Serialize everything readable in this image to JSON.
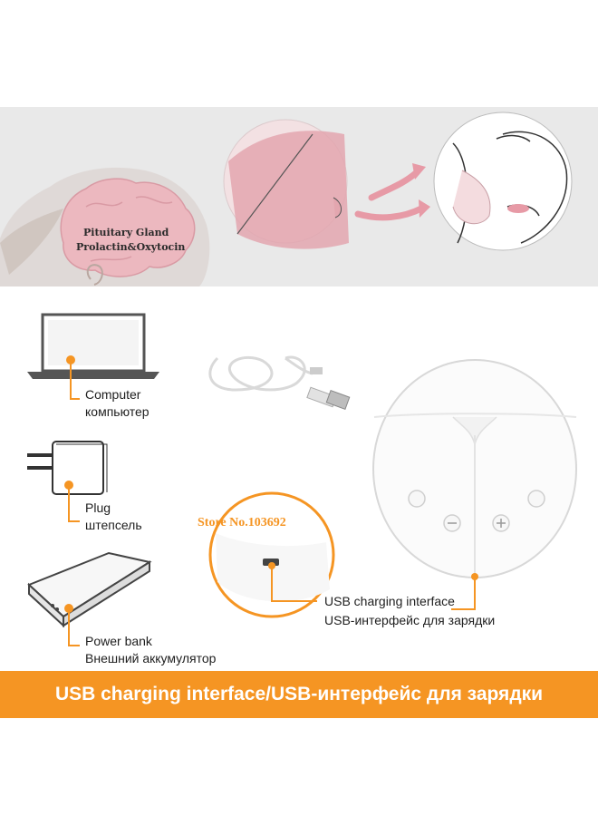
{
  "diagram": {
    "brain_label_line1": "Pituitary Gland",
    "brain_label_line2": "Prolactin&Oxytocin"
  },
  "devices": [
    {
      "name_en": "Computer",
      "name_ru": "компьютер"
    },
    {
      "name_en": "Plug",
      "name_ru": "штепсель"
    },
    {
      "name_en": "Power bank",
      "name_ru": "Внешний аккумулятор"
    }
  ],
  "store_watermark": "Store No.103692",
  "port_callout": {
    "line1": "USB charging interface",
    "line2": "USB-интерфейс для зарядки"
  },
  "banner": {
    "text": "USB charging interface/USB-интерфейс для зарядки"
  },
  "colors": {
    "accent_orange": "#f59523",
    "band_gray": "#e9e9e9",
    "pink": "#e8aab4"
  }
}
